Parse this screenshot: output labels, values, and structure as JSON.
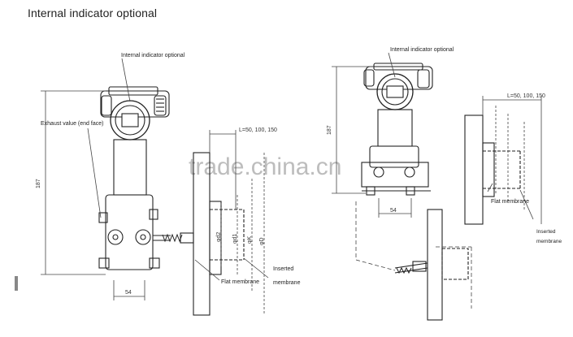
{
  "page": {
    "title": "Internal indicator optional"
  },
  "left_view": {
    "indicator_label": "Internal indicator optional",
    "exhaust_label": "Exhaust value (end face)",
    "height_dim": "187",
    "width_dim": "54",
    "insert_length_dim": "L=50, 100, 150",
    "diameter_labels": [
      "φd2",
      "φd1",
      "φK",
      "φD"
    ],
    "inserted_membrane_label_1": "Inserted",
    "inserted_membrane_label_2": "membrane",
    "flat_membrane_label": "Flat membrane"
  },
  "right_view": {
    "indicator_label": "Internal indicator optional",
    "height_dim": "187",
    "width_dim": "54",
    "insert_length_dim": "L=50, 100, 150",
    "flat_membrane_label": "Flat membrane",
    "inserted_membrane_label_1": "Inserted",
    "inserted_membrane_label_2": "membrane"
  },
  "watermark": {
    "text": "trade.china.cn"
  }
}
